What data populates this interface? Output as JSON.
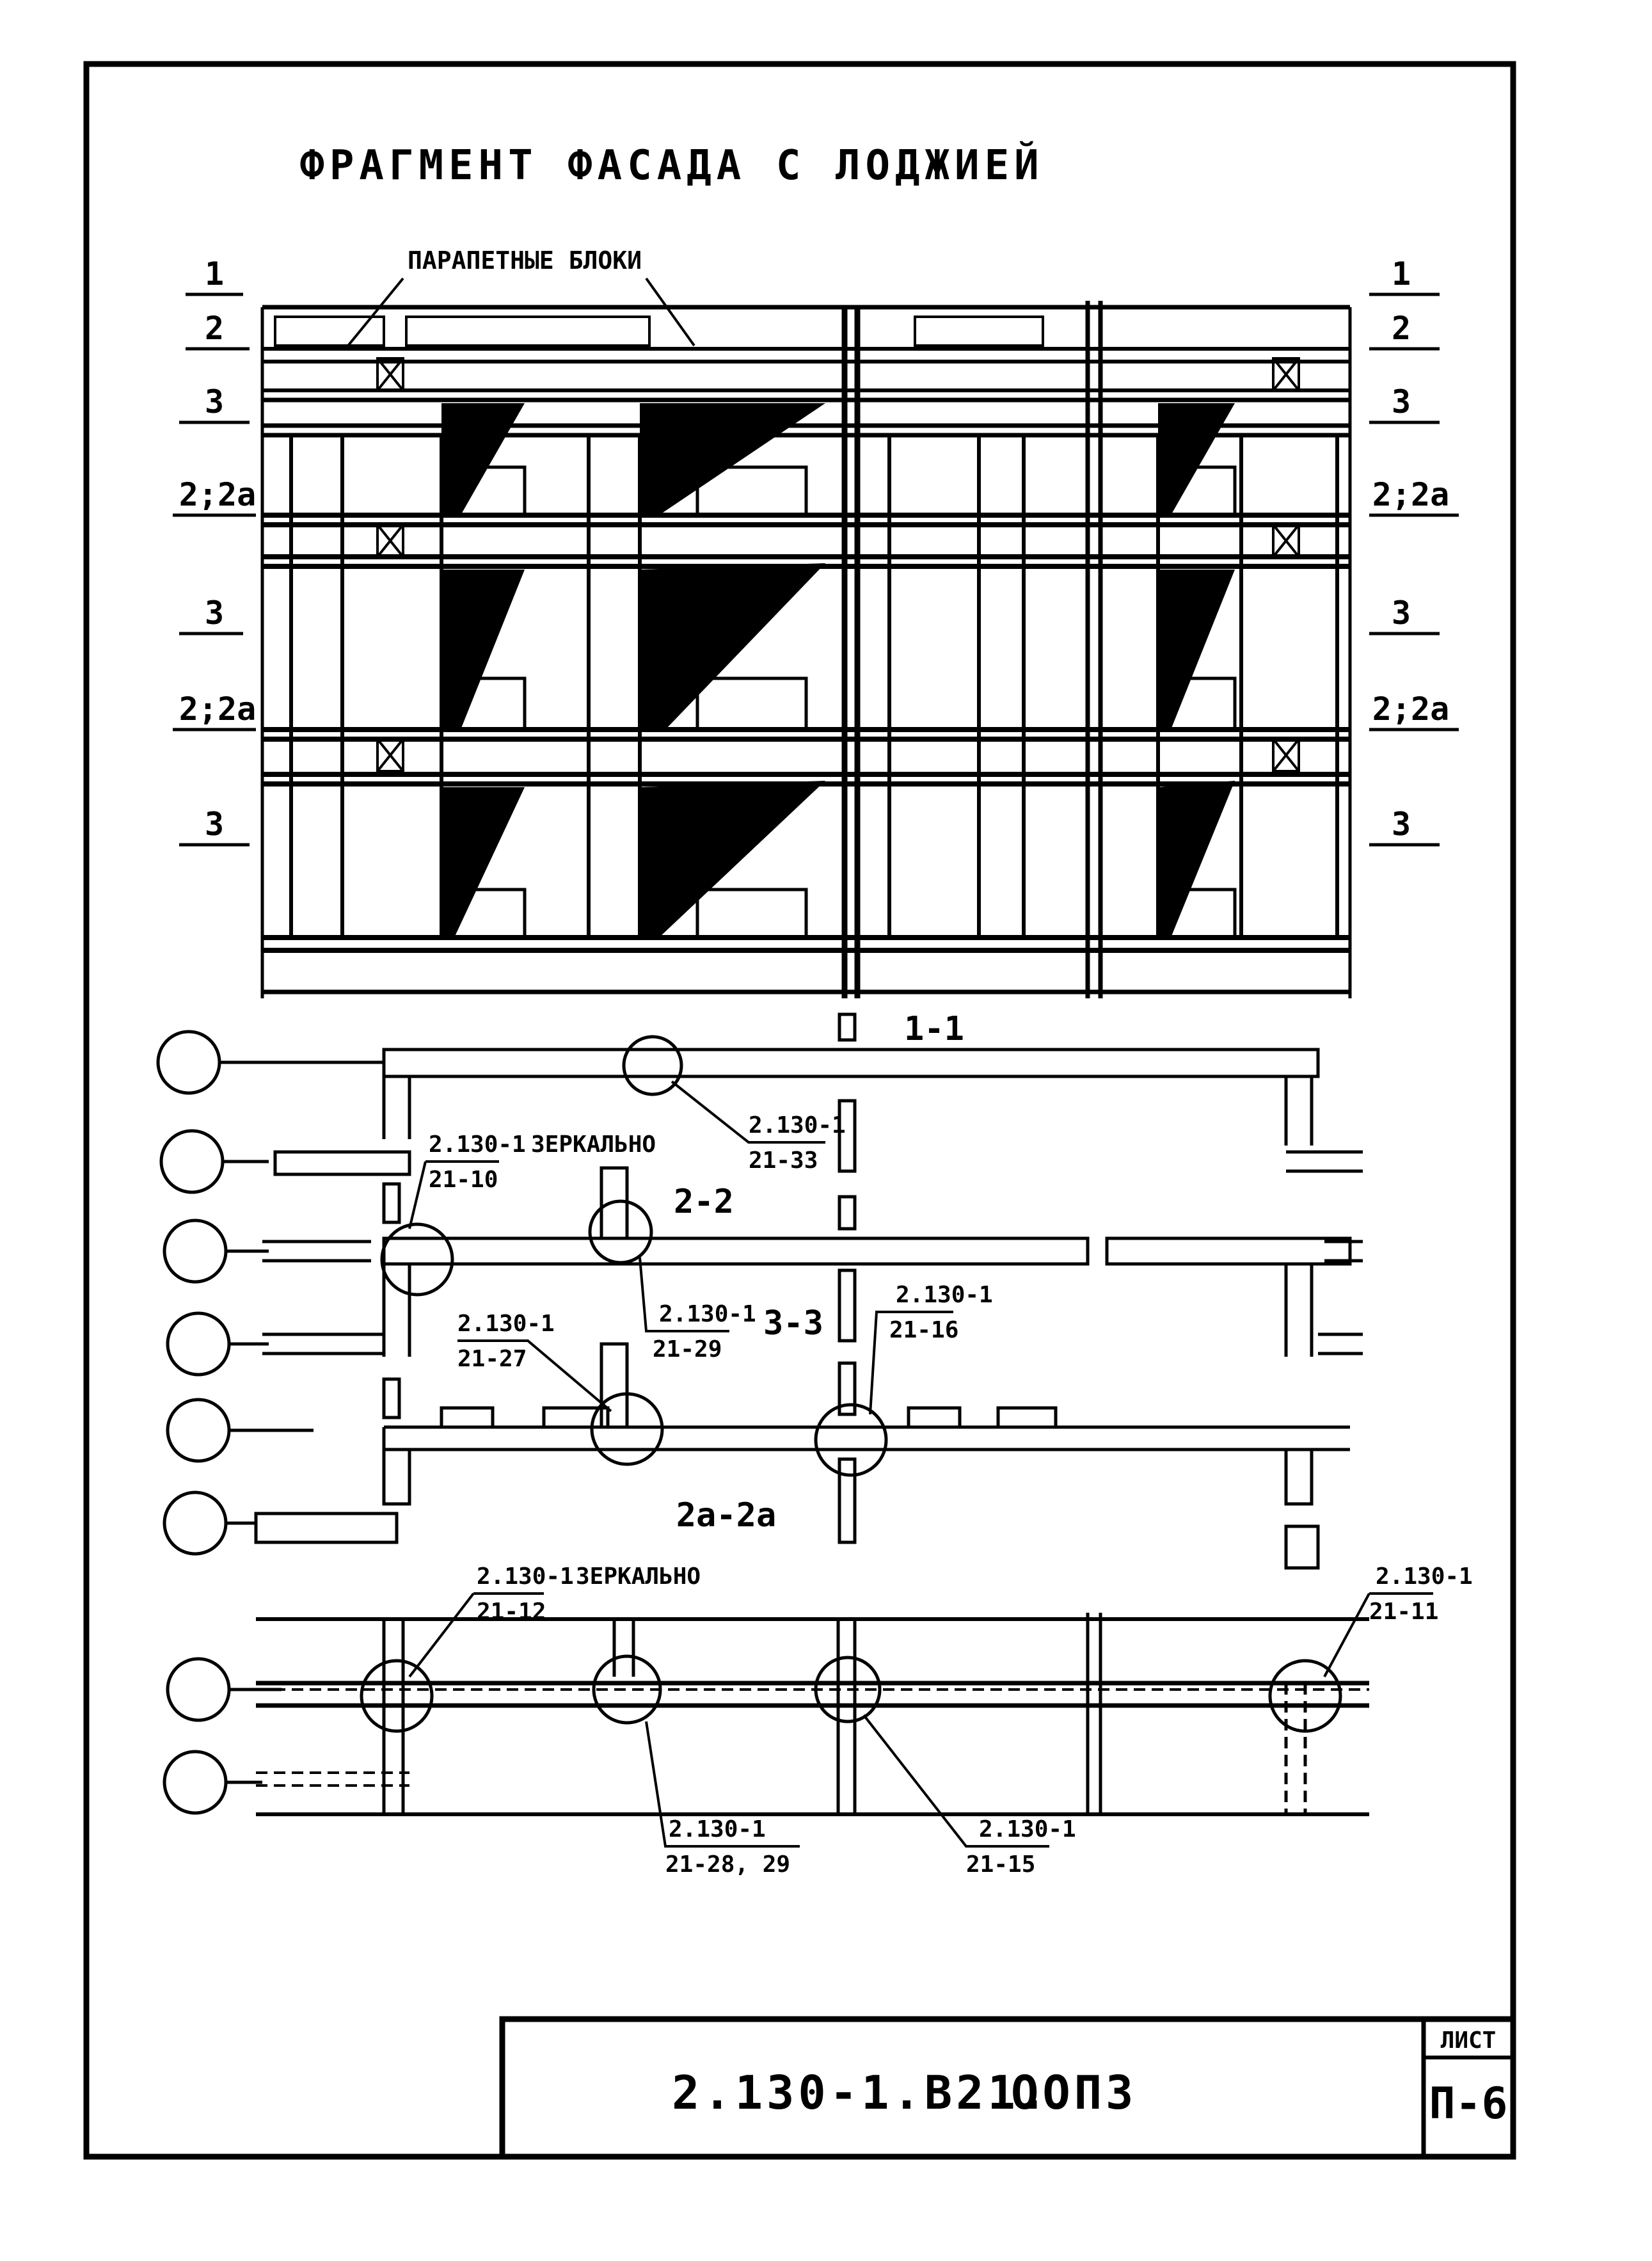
{
  "title": "ФРАГМЕНТ ФАСАДА С ЛОДЖИЕЙ",
  "parapet_label": "ПАРАПЕТНЫЕ БЛОКИ",
  "level_marks_left": [
    "1",
    "2",
    "3",
    "2;2a",
    "3",
    "2;2a",
    "3"
  ],
  "level_marks_right": [
    "1",
    "2",
    "3",
    "2;2a",
    "3",
    "2;2a",
    "3"
  ],
  "section_labels": [
    "1-1",
    "2-2",
    "3-3",
    "2a-2a"
  ],
  "callouts": [
    {
      "ref": "2.130-1",
      "sheet": "21-33",
      "note": ""
    },
    {
      "ref": "2.130-1",
      "sheet": "21-10",
      "note": "ЗЕРКАЛЬНО"
    },
    {
      "ref": "2.130-1",
      "sheet": "21-29",
      "note": ""
    },
    {
      "ref": "2.130-1",
      "sheet": "21-27",
      "note": ""
    },
    {
      "ref": "2.130-1",
      "sheet": "21-16",
      "note": ""
    },
    {
      "ref": "2.130-1",
      "sheet": "21-12",
      "note": "ЗЕРКАЛЬНО"
    },
    {
      "ref": "2.130-1",
      "sheet": "21-11",
      "note": ""
    },
    {
      "ref": "2.130-1",
      "sheet": "21-28, 29",
      "note": ""
    },
    {
      "ref": "2.130-1",
      "sheet": "21-15",
      "note": ""
    }
  ],
  "title_block": {
    "code": "2.130-1.В21.",
    "suffix": "ООП3",
    "sheet_label": "ЛИСТ",
    "sheet_number": "П-6"
  }
}
